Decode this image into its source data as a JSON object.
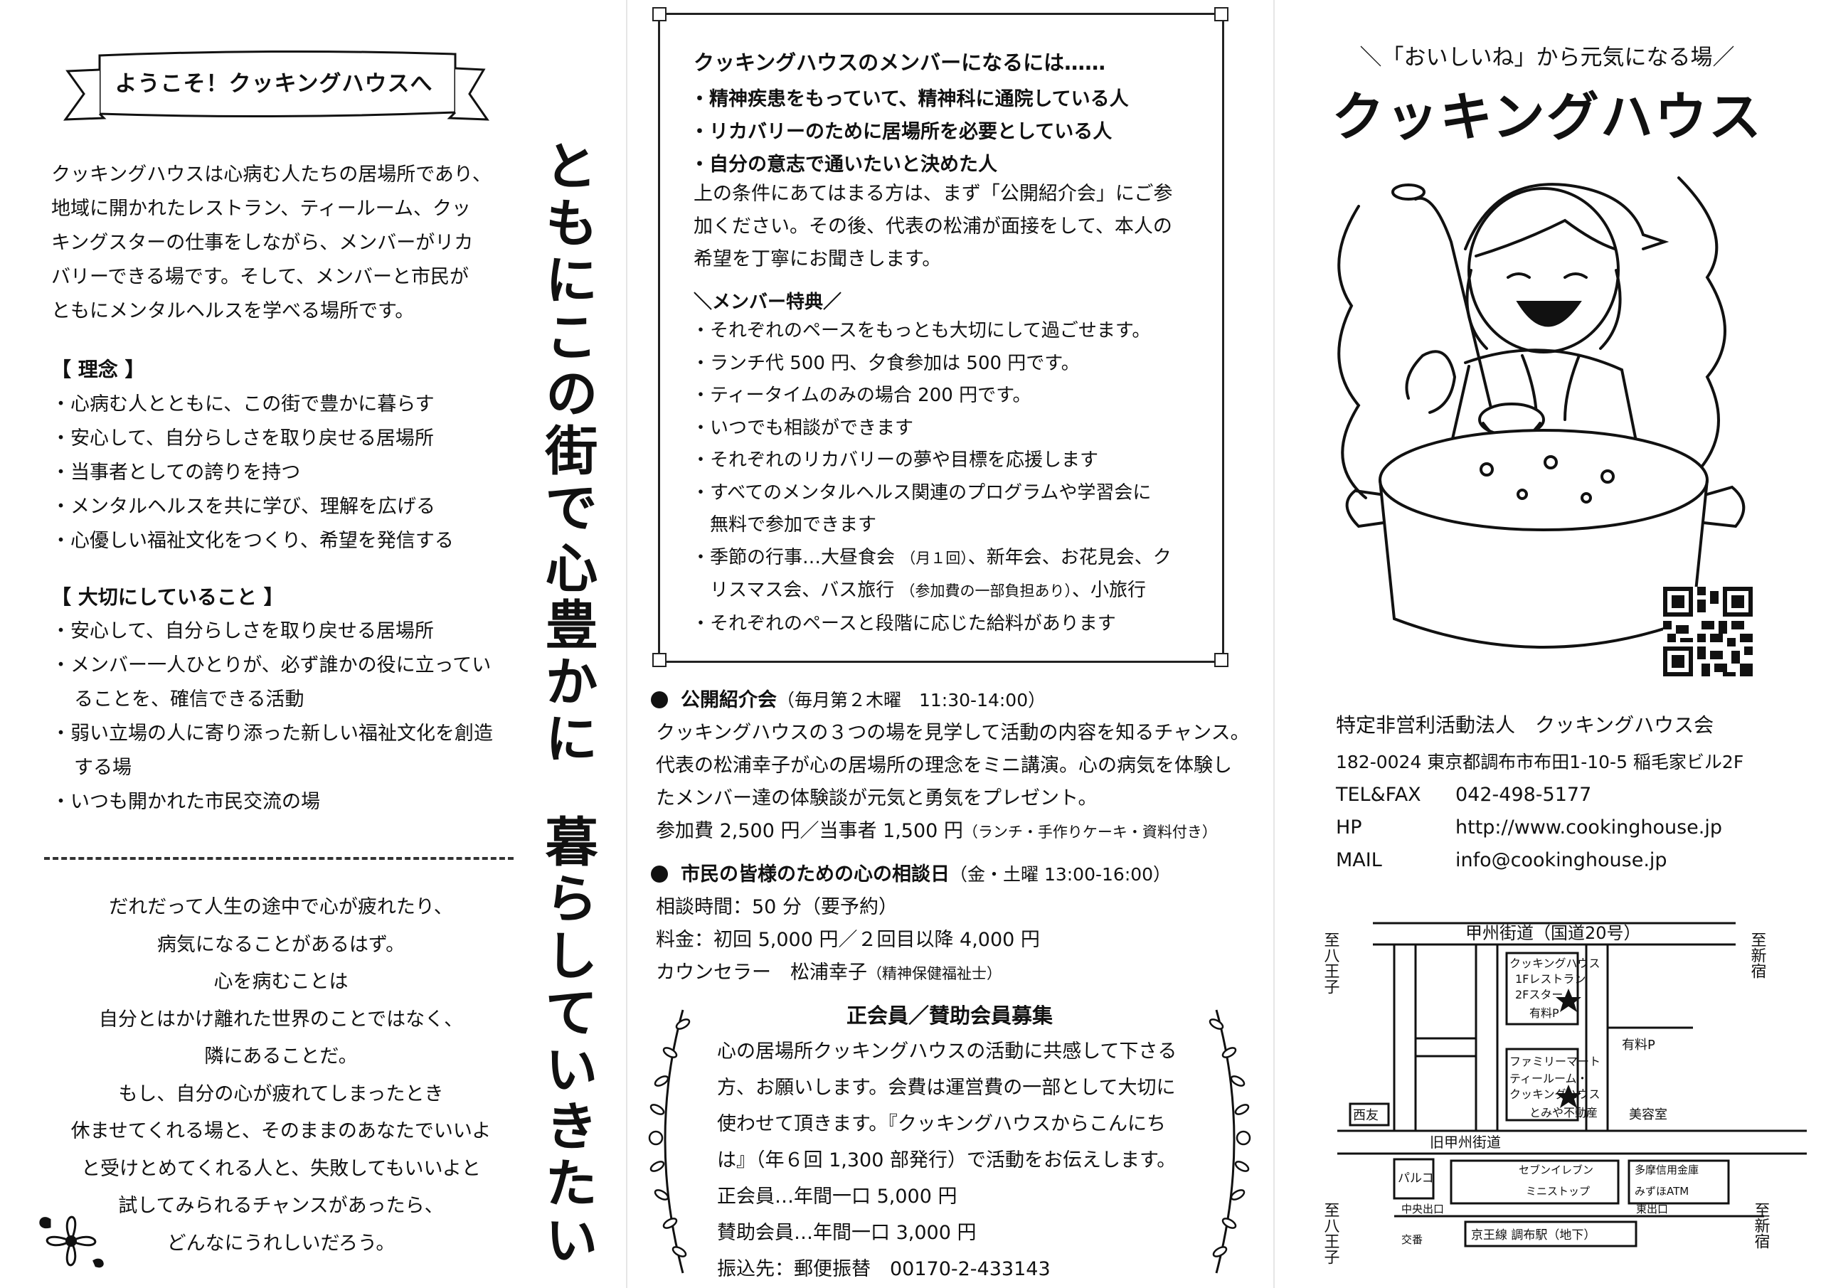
{
  "left_panel": {
    "banner_title": "ようこそ！クッキングハウスへ",
    "intro": [
      "クッキングハウスは心病む人たちの居場所であり、",
      "地域に開かれたレストラン、ティールーム、クッ",
      "キングスターの仕事をしながら、メンバーがリカ",
      "バリーできる場です。そして、メンバーと市民が",
      "ともにメンタルヘルスを学べる場所です。"
    ],
    "philosophy_heading": "【 理念 】",
    "philosophy": [
      "・心病む人とともに、この街で豊かに暮らす",
      "・安心して、自分らしさを取り戻せる居場所",
      "・当事者としての誇りを持つ",
      "・メンタルヘルスを共に学び、理解を広げる",
      "・心優しい福祉文化をつくり、希望を発信する"
    ],
    "values_heading": "【 大切にしていること 】",
    "values": [
      "・安心して、自分らしさを取り戻せる居場所",
      "・メンバー一人ひとりが、必ず誰かの役に立っていることを、確信できる活動",
      "・弱い立場の人に寄り添った新しい福祉文化を創造する場",
      "・いつも開かれた市民交流の場"
    ],
    "poem": [
      "だれだって人生の途中で心が疲れたり、",
      "病気になることがあるはず。",
      "心を病むことは",
      "自分とはかけ離れた世界のことではなく、",
      "隣にあることだ。",
      "もし、自分の心が疲れてしまったとき",
      "休ませてくれる場と、そのままのあなたでいいよ",
      "と受けとめてくれる人と、失敗してもいいよと",
      "試してみられるチャンスがあったら、",
      "どんなにうれしいだろう。"
    ]
  },
  "vertical_slogan": {
    "line1": "ともにこの街で",
    "line2": "心豊かに",
    "line3": "暮らしていきたい"
  },
  "membership": {
    "title": "クッキングハウスのメンバーになるには……",
    "requirements": [
      "・精神疾患をもっていて、精神科に通院している人",
      "・リカバリーのために居場所を必要としている人",
      "・自分の意志で通いたいと決めた人"
    ],
    "note": [
      "上の条件にあてはまる方は、まず「公開紹介会」にご参",
      "加ください。その後、代表の松浦が面接をして、本人の",
      "希望を丁寧にお聞きします。"
    ],
    "benefits_heading": "＼メンバー特典／",
    "benefits": [
      "・それぞれのペースをもっとも大切にして過ごせます。",
      "・ランチ代 500 円、夕食参加は 500 円です。",
      "・ティータイムのみの場合 200 円です。",
      "・いつでも相談ができます",
      "・それぞれのリカバリーの夢や目標を応援します",
      "・すべてのメンタルヘルス関連のプログラムや学習会に無料で参加できます"
    ],
    "events_prefix": "・季節の行事…大昼食会 ",
    "events_note1": "（月１回）",
    "events_mid": "、新年会、お花見会、クリスマス会、バス旅行 ",
    "events_note2": "（参加費の一部負担あり）",
    "events_suffix": "、小旅行",
    "last_benefit": "・それぞれのペースと段階に応じた給料があります"
  },
  "open_session": {
    "title": "公開紹介会",
    "schedule": "（毎月第２木曜　11:30-14:00）",
    "lines": [
      "クッキングハウスの３つの場を見学して活動の内容を知るチャンス。",
      "代表の松浦幸子が心の居場所の理念をミニ講演。心の病気を体験し",
      "たメンバー達の体験談が元気と勇気をプレゼント。"
    ],
    "fee": "参加費 2,500 円／当事者 1,500 円",
    "fee_note": "（ランチ・手作りケーキ・資料付き）"
  },
  "consultation": {
    "title": "市民の皆様のための心の相談日",
    "schedule": "（金・土曜 13:00-16:00）",
    "lines": [
      "相談時間：50 分（要予約）",
      "料金：初回 5,000 円／２回目以降 4,000 円"
    ],
    "counselor": "カウンセラー　松浦幸子",
    "counselor_note": "（精神保健福祉士）"
  },
  "recruit": {
    "title": "正会員／賛助会員募集",
    "lines": [
      "心の居場所クッキングハウスの活動に共感して下さる",
      "方、お願いします。会費は運営費の一部として大切に",
      "使わせて頂きます。『クッキングハウスからこんにち",
      "は』（年６回 1,300 部発行）で活動をお伝えします。",
      "正会員…年間一口 5,000 円",
      "賛助会員…年間一口 3,000 円",
      "振込先：郵便振替　00170-2-433143"
    ]
  },
  "right_panel": {
    "tagline": "＼「おいしいね」から元気になる場／",
    "brand": "クッキングハウス",
    "org": "特定非営利活動法人　クッキングハウス会",
    "address": "182-0024 東京都調布市布田1-10-5 稲毛家ビル2F",
    "contacts": [
      {
        "label": "TEL&FAX",
        "value": "042-498-5177"
      },
      {
        "label": "HP",
        "value": "http://www.cookinghouse.jp"
      },
      {
        "label": "MAIL",
        "value": "info@cookinghouse.jp"
      }
    ]
  },
  "map": {
    "to_hachioji": "至八王子",
    "to_shinjuku": "至新宿",
    "koshu_kaido": "甲州街道（国道20号）",
    "cooking_house": "クッキングハウス",
    "restaurant": "1Fレストラン",
    "star": "2Fスター",
    "paid_parking": "有料P",
    "family_mart": "ファミリーマート",
    "tearoom": "ティールーム・",
    "tearoom2": "クッキングハウス",
    "tomiya": "とみや不動産",
    "salon": "美容室",
    "seiyu": "西友",
    "old_koshu": "旧甲州街道",
    "seven_eleven": "セブンイレブン",
    "ministop": "ミニストップ",
    "tama_bank": "多摩信用金庫",
    "mizuho": "みずほATM",
    "parco": "パルコ",
    "central_exit": "中央出口",
    "east_exit": "東出口",
    "koban": "交番",
    "station": "京王線 調布駅（地下）"
  }
}
